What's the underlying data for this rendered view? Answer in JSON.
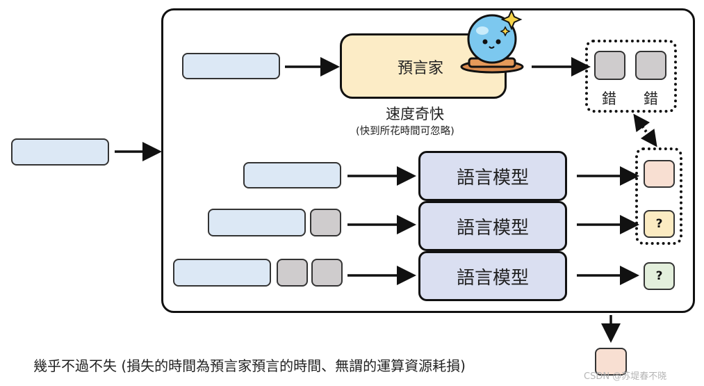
{
  "oracle": {
    "label": "預言家",
    "speed_title": "速度奇快",
    "speed_note": "(快到所花時間可忽略)",
    "wrong_labels": [
      "錯",
      "錯"
    ]
  },
  "language_models": [
    {
      "label": "語言模型"
    },
    {
      "label": "語言模型"
    },
    {
      "label": "語言模型"
    }
  ],
  "outputs": {
    "row2": "?",
    "row3": "?"
  },
  "colors": {
    "input_token": "#dce8f5",
    "generated_token": "#cfcccd",
    "correct_output": "#f8dfd2",
    "unverified_output": "#fbebc2",
    "final_output": "#e3efdc",
    "oracle_fill": "#fcecc6",
    "model_fill": "#dadff1"
  },
  "footer": {
    "caption": "幾乎不過不失 (損失的時間為預言家預言的時間、無謂的運算資源耗損)"
  },
  "watermark": "CSDN @苏堤春不晓"
}
